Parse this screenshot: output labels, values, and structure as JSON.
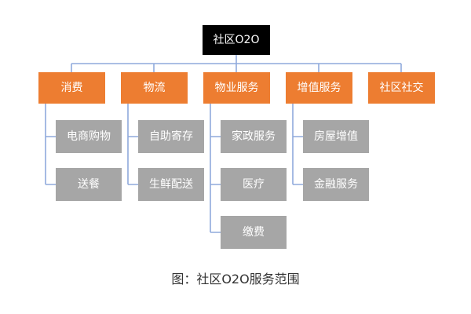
{
  "diagram": {
    "root": "社区O2O",
    "categories": [
      {
        "label": "消费",
        "children": [
          "电商购物",
          "送餐"
        ]
      },
      {
        "label": "物流",
        "children": [
          "自助寄存",
          "生鲜配送"
        ]
      },
      {
        "label": "物业服务",
        "children": [
          "家政服务",
          "医疗",
          "缴费"
        ]
      },
      {
        "label": "增值服务",
        "children": [
          "房屋增值",
          "金融服务"
        ]
      },
      {
        "label": "社区社交",
        "children": []
      }
    ],
    "caption": "图：社区O2O服务范围"
  },
  "colors": {
    "root_bg": "#000000",
    "category_bg": "#ed7d31",
    "leaf_bg": "#a6a6a6",
    "connector": "#8faadc",
    "caption_text": "#333333"
  }
}
